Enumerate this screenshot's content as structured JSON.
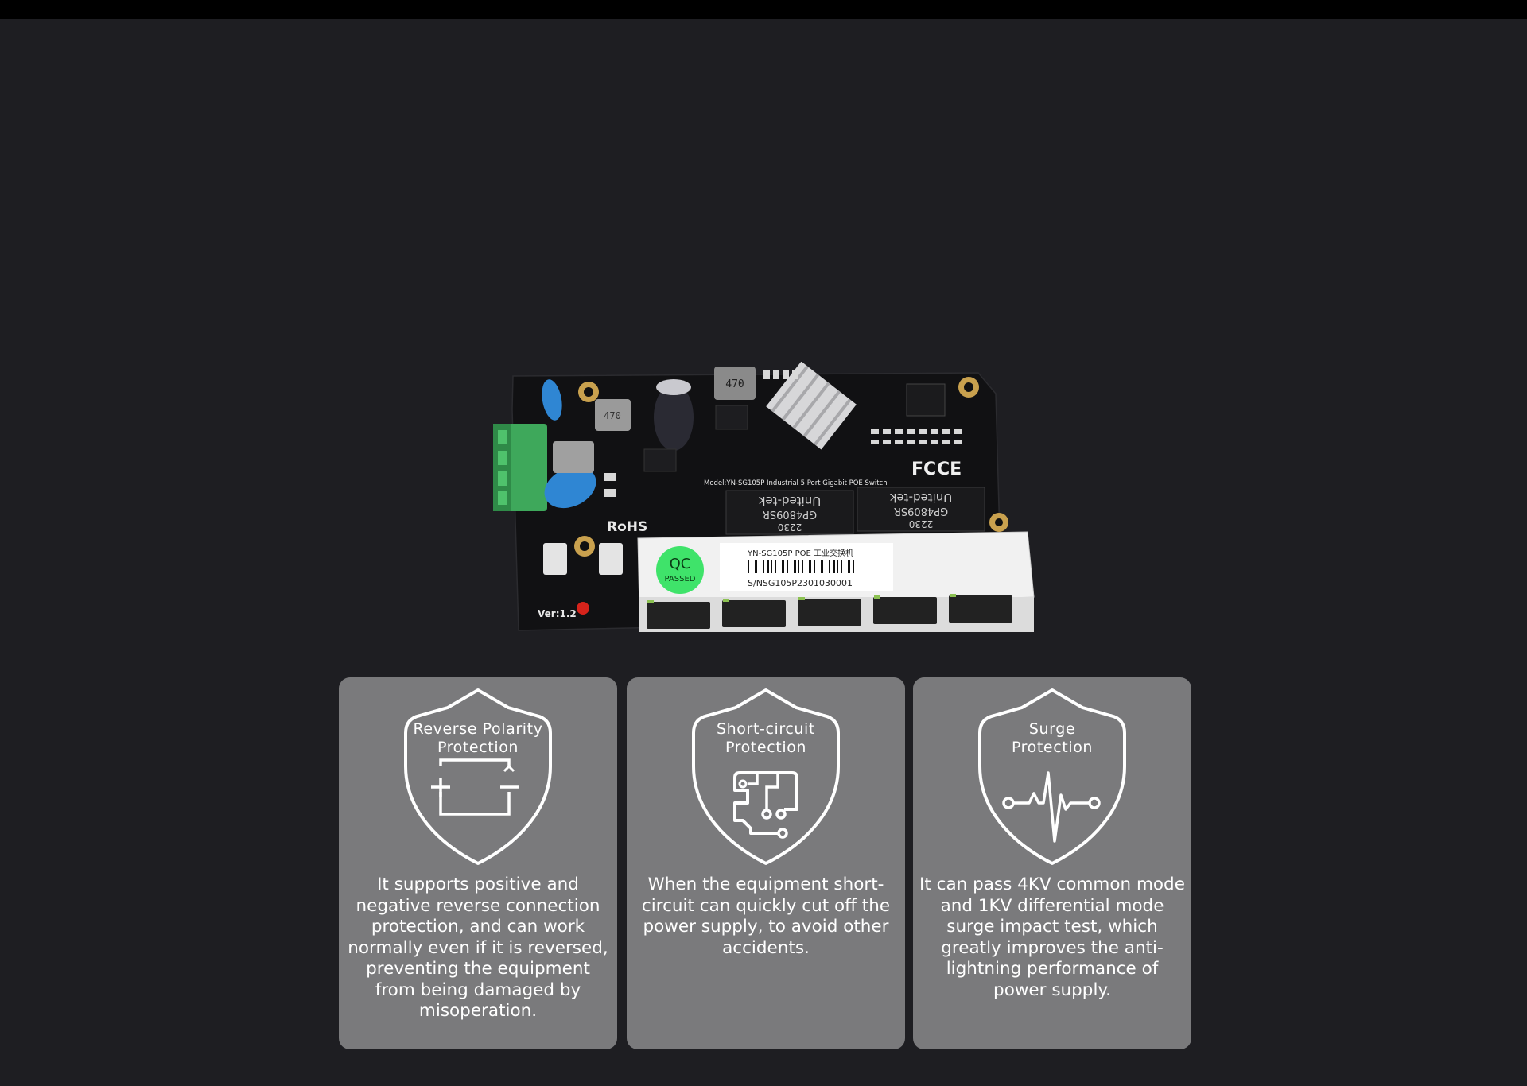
{
  "colors": {
    "background": "#1e1e22",
    "top_bar": "#000000",
    "card_background": "#7a7a7c",
    "text": "#ffffff"
  },
  "product": {
    "silkscreen_rohs": "RoHS",
    "silkscreen_version": "Ver:1.2",
    "silkscreen_model": "Model:YN-SG105P  Industrial 5 Port Gigabit POE Switch",
    "silkscreen_fc": "FC",
    "silkscreen_ce": "CE",
    "inductor_marking_1": "470",
    "inductor_marking_2": "470",
    "transformer_1_brand": "United-tek",
    "transformer_1_part": "GP4809SR",
    "transformer_1_code": "2230",
    "transformer_2_brand": "United-tek",
    "transformer_2_part": "GP4809SR",
    "transformer_2_code": "2230",
    "qc_sticker_top": "QC",
    "qc_sticker_bottom": "PASSED",
    "label_model": "YN-SG105P POE 工业交换机",
    "label_serial": "S/NSG105P2301030001"
  },
  "features": [
    {
      "title": "Reverse Polarity\nProtection",
      "icon": "battery-polarity-icon",
      "description": "It supports positive and negative reverse connection protection, and can work normally even if it is reversed, preventing the equipment from being damaged by misoperation."
    },
    {
      "title": "Short-circuit\nProtection",
      "icon": "circuit-board-icon",
      "description": "When the equipment short-circuit can quickly cut off the power supply, to avoid other accidents."
    },
    {
      "title": "Surge\nProtection",
      "icon": "surge-wave-icon",
      "description": "It can pass 4KV common mode and 1KV differential mode surge impact test, which greatly improves the anti-lightning performance of power supply."
    }
  ]
}
